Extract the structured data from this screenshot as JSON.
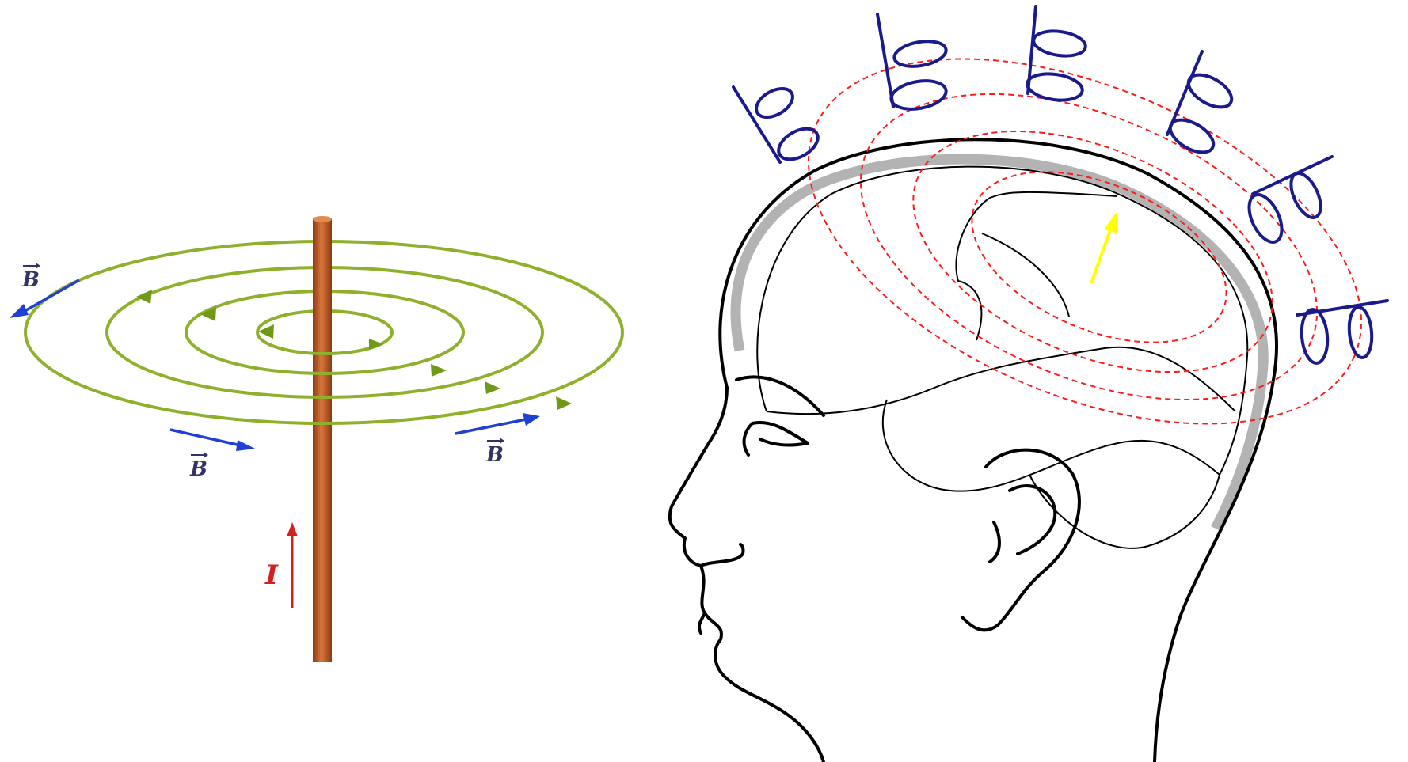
{
  "left_panel": {
    "labels": {
      "field_left": "B",
      "field_bottom_left": "B",
      "field_bottom_right": "B",
      "current": "I"
    },
    "colors": {
      "field_lines": "#8fb02a",
      "field_vectors": "#1f3fd6",
      "current_arrow": "#d62020",
      "wire": "#c0622a",
      "label_text": "#333366"
    }
  },
  "right_panel": {
    "colors": {
      "head_outline": "#000000",
      "skull": "#b3b3b3",
      "coils": "#1a1a8c",
      "field_lines": "#ff1a1a",
      "current_arrow": "#ffff00"
    }
  }
}
